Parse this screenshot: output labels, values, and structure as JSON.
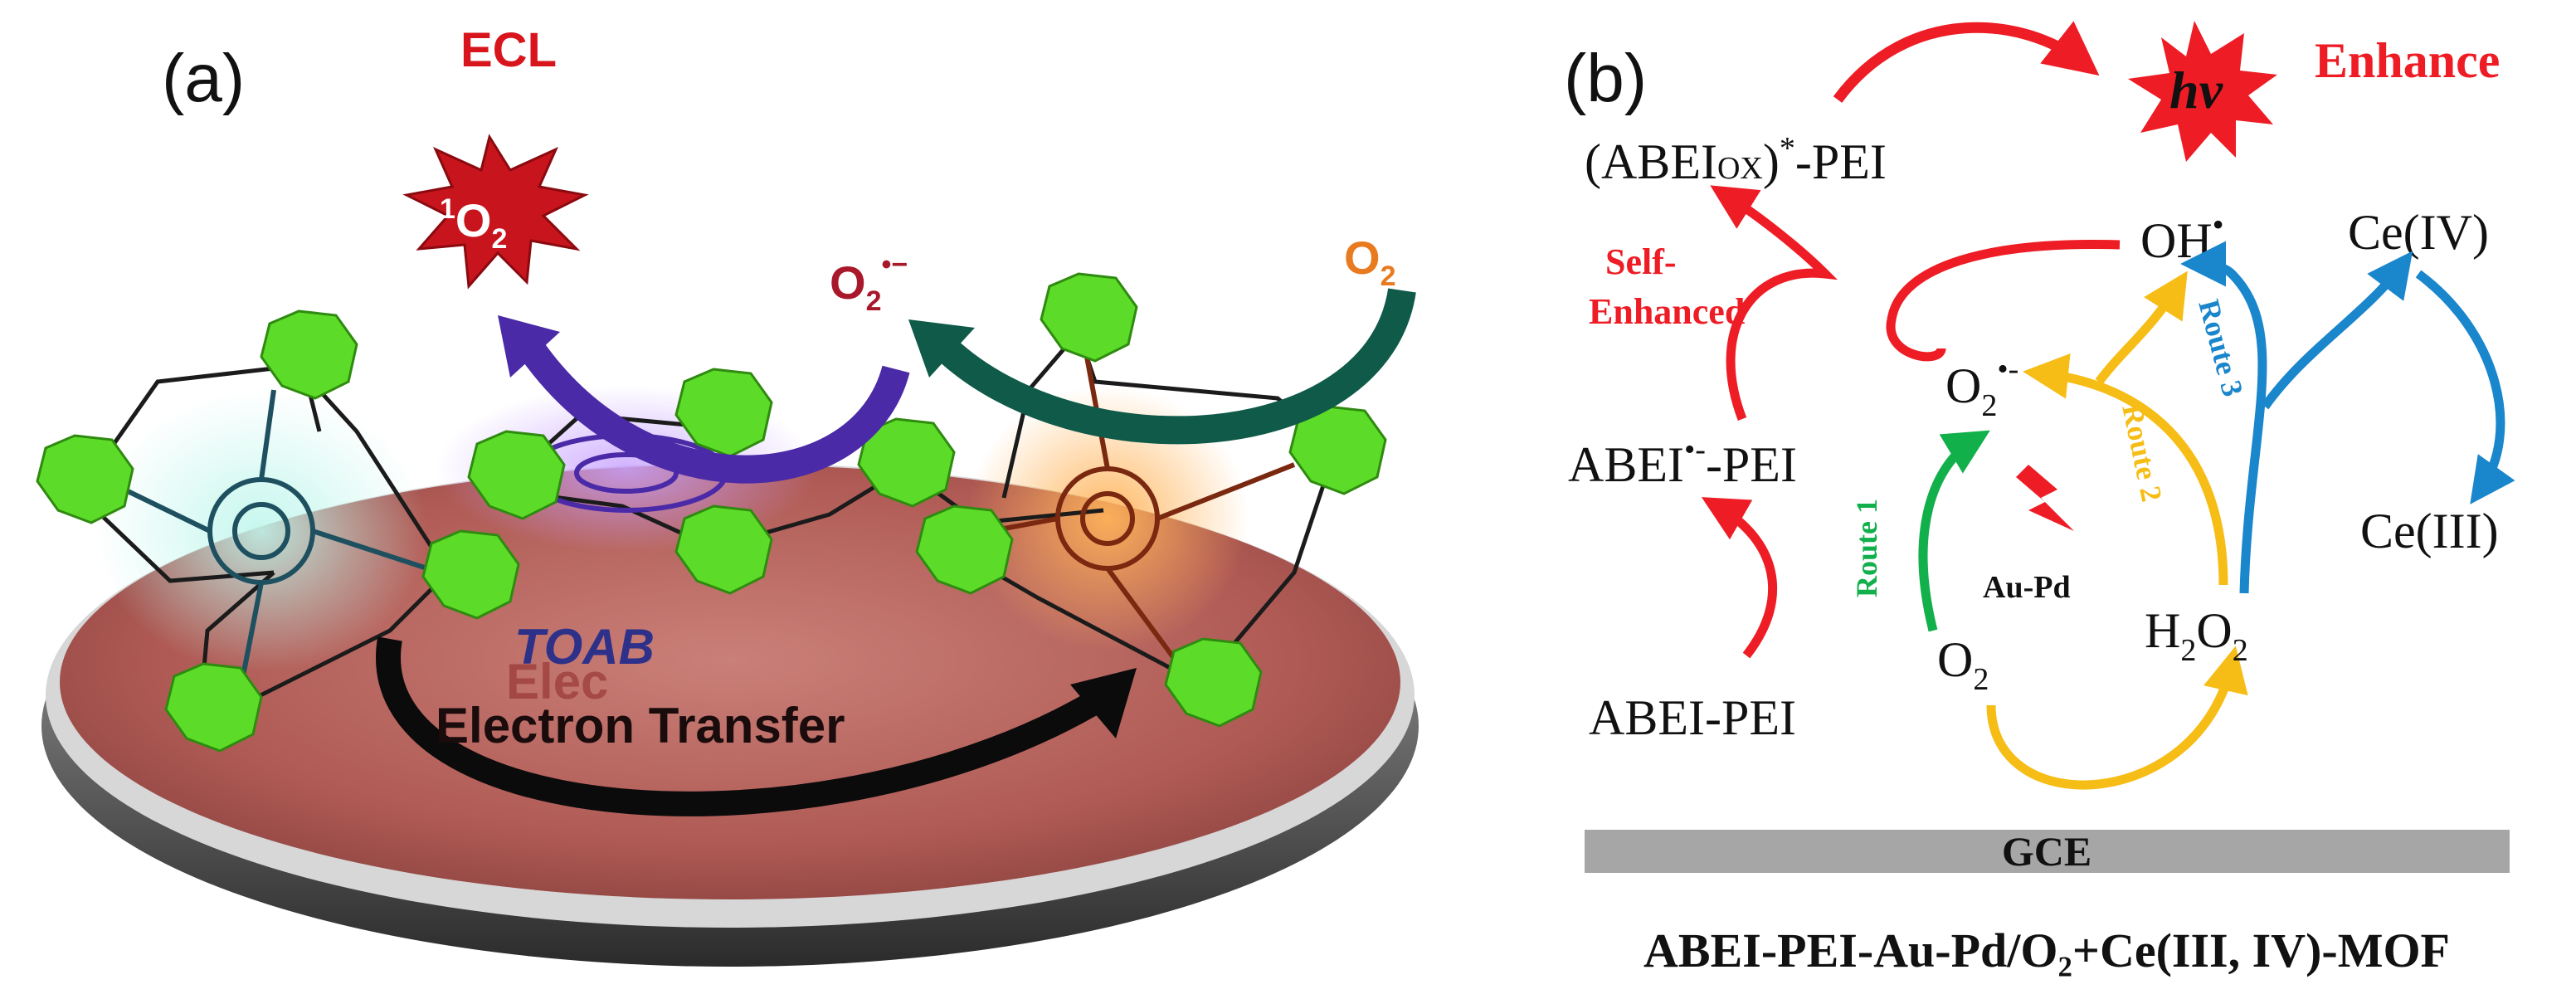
{
  "panel_a": {
    "label": "(a)",
    "ecl_label": "ECL",
    "singlet_oxygen": {
      "sup": "1",
      "base": "O",
      "sub": "2"
    },
    "superoxide": {
      "base": "O",
      "sub": "2",
      "sup": "•−"
    },
    "oxygen": {
      "base": "O",
      "sub": "2"
    },
    "toab_label": "TOAB",
    "ghost_label": "Elec",
    "electron_transfer_label": "Electron Transfer",
    "colors": {
      "ecl_red": "#d8141c",
      "burst": "#c8141c",
      "disk": "#b8655e",
      "cluster_green": "#5cdc28",
      "purple_arrow": "#4a2aa6",
      "teal_arrow": "#0f5a48",
      "orange_o2": "#e87a20"
    }
  },
  "panel_b": {
    "label": "(b)",
    "enhance_label": "Enhance",
    "hv_label": "hv",
    "abei_ox": {
      "pre": "(ABEI",
      "sub": "OX",
      "mid": ")",
      "sup": "*",
      "post": "-PEI"
    },
    "self_enhanced_line1": "Self-",
    "self_enhanced_line2": "Enhanced",
    "oh_radical": {
      "base": "OH",
      "sup": "•"
    },
    "ce_iv": "Ce(IV)",
    "ce_iii": "Ce(III)",
    "superoxide": {
      "base": "O",
      "sub": "2",
      "sup": "•-"
    },
    "abei_radical": {
      "pre": "ABEI",
      "sup": "•-",
      "post": "-PEI"
    },
    "route_1": "Route 1",
    "route_2": "Route 2",
    "route_3": "Route 3",
    "au_pd": "Au-Pd",
    "o2": {
      "base": "O",
      "sub": "2"
    },
    "h2o2": {
      "p1": "H",
      "s1": "2",
      "p2": "O",
      "s2": "2"
    },
    "abei_pei": "ABEI-PEI",
    "electrode_label": "GCE",
    "caption": "ABEI-PEI-Au-Pd/O₂+Ce(III, IV)-MOF",
    "colors": {
      "red": "#ee1c25",
      "green": "#12b04b",
      "yellow": "#f6bd16",
      "blue": "#1a86cc",
      "bar": "#a6a6a6"
    }
  }
}
